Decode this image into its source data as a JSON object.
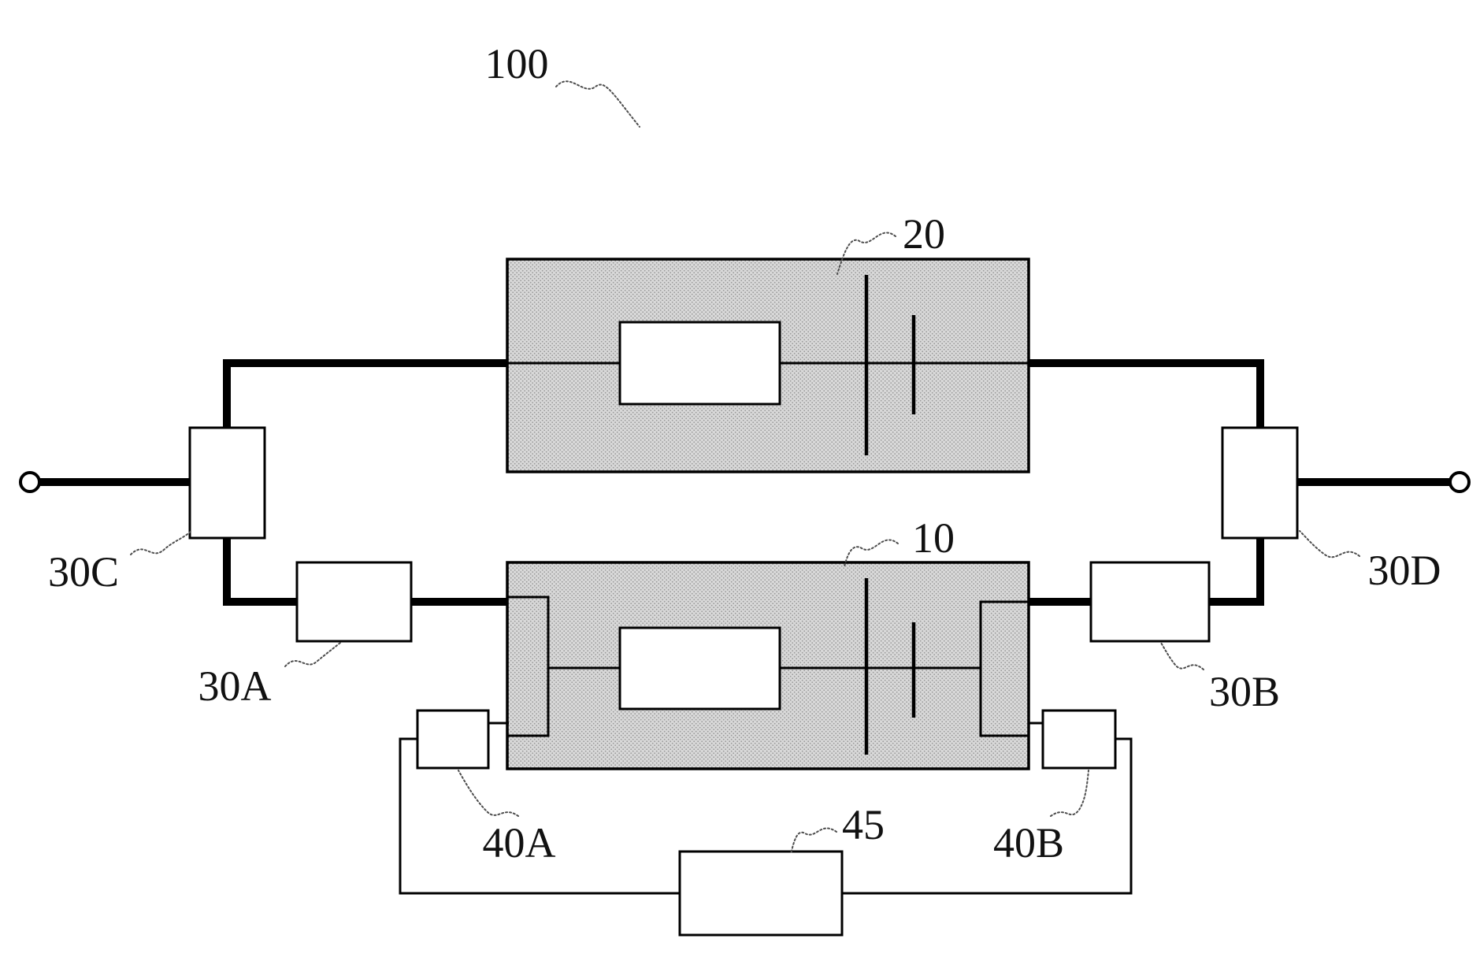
{
  "figure": {
    "type": "patent-circuit-diagram",
    "labels": {
      "n100": "100",
      "n20": "20",
      "n10": "10",
      "n30A": "30A",
      "n30B": "30B",
      "n30C": "30C",
      "n30D": "30D",
      "n40A": "40A",
      "n40B": "40B",
      "n45": "45"
    },
    "colors": {
      "line": "#000000",
      "block_fill_base": "#d9d9d9",
      "block_fill_dot": "#9a9a9a",
      "leader_line": "#4d4d4d",
      "background": "#ffffff"
    }
  }
}
